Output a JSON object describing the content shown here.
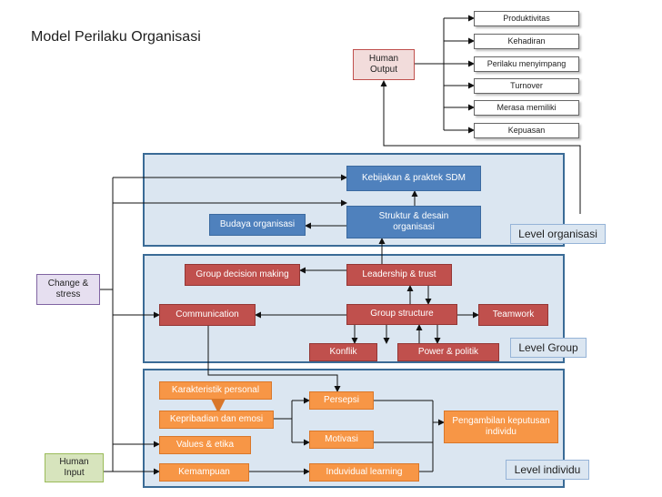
{
  "title": "Model Perilaku Organisasi",
  "outputs": {
    "human_output": "Human Output",
    "items": [
      "Produktivitas",
      "Kehadiran",
      "Perilaku menyimpang",
      "Turnover",
      "Merasa memiliki",
      "Kepuasan"
    ]
  },
  "inputs": {
    "change_stress": "Change & stress",
    "human_input": "Human Input"
  },
  "organisasi": {
    "level_label": "Level organisasi",
    "kebijakan": "Kebijakan & praktek SDM",
    "struktur": "Struktur & desain organisasi",
    "budaya": "Budaya  organisasi"
  },
  "group": {
    "level_label": "Level Group",
    "decision": "Group decision making",
    "leadership": "Leadership & trust",
    "communication": "Communication",
    "structure": "Group structure",
    "teamwork": "Teamwork",
    "konflik": "Konflik",
    "power": "Power & politik"
  },
  "individu": {
    "level_label": "Level individu",
    "karakteristik": "Karakteristik personal",
    "kepribadian": "Kepribadian dan emosi",
    "values": "Values & etika",
    "kemampuan": "Kemampuan",
    "persepsi": "Persepsi",
    "motivasi": "Motivasi",
    "learning": "Induvidual learning",
    "pengambilan": "Pengambilan keputusan individu"
  },
  "colors": {
    "blue": "#4f81bd",
    "red": "#c0504d",
    "orange": "#f79646",
    "panel": "#dbe6f1"
  }
}
